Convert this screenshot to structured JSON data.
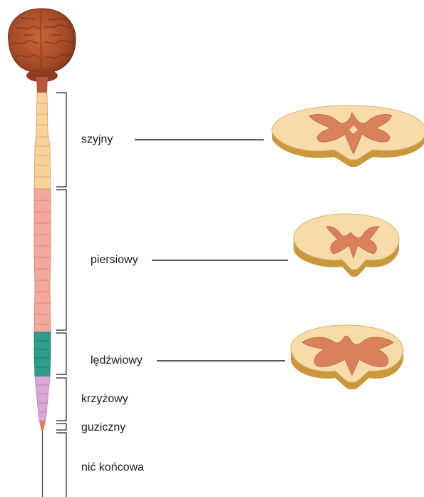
{
  "regions": [
    {
      "id": "cervical",
      "label": "szyjny"
    },
    {
      "id": "thoracic",
      "label": "piersiowy"
    },
    {
      "id": "lumbar",
      "label": "lędźwiowy"
    },
    {
      "id": "sacral",
      "label": "krzyżowy"
    },
    {
      "id": "coccygeal",
      "label": "guziczny"
    },
    {
      "id": "filum",
      "label": "nić końcowa"
    }
  ],
  "colors": {
    "cervical": "#f9d298",
    "thoracic": "#f2a89b",
    "lumbar": "#2f9d8c",
    "sacral": "#dca8d8",
    "coccygeal": "#e8785e",
    "white_matter": "#f7dba8",
    "gray_matter": "#d8815a",
    "brain": "#a9522c"
  }
}
